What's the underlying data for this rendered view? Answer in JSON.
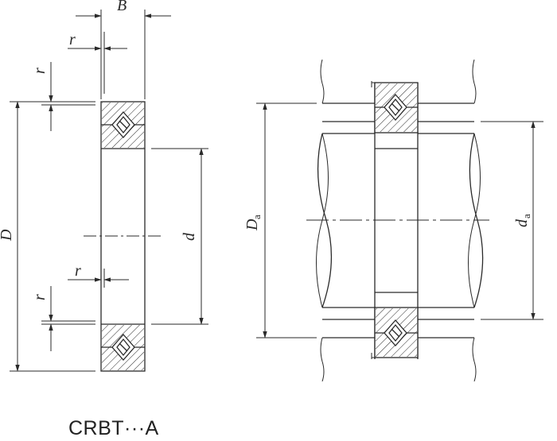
{
  "labels": {
    "width": "B",
    "radius_top": "r",
    "radius_left_top": "r",
    "radius_mid": "r",
    "radius_left_bottom": "r",
    "outer_diameter": "D",
    "bore_diameter": "d",
    "housing_diameter_main": "D",
    "housing_diameter_sub": "a",
    "shaft_diameter_main": "d",
    "shaft_diameter_sub": "a"
  },
  "caption": "CRBT···A",
  "colors": {
    "line": "#2a2a2a",
    "fill": "#ffffff"
  }
}
